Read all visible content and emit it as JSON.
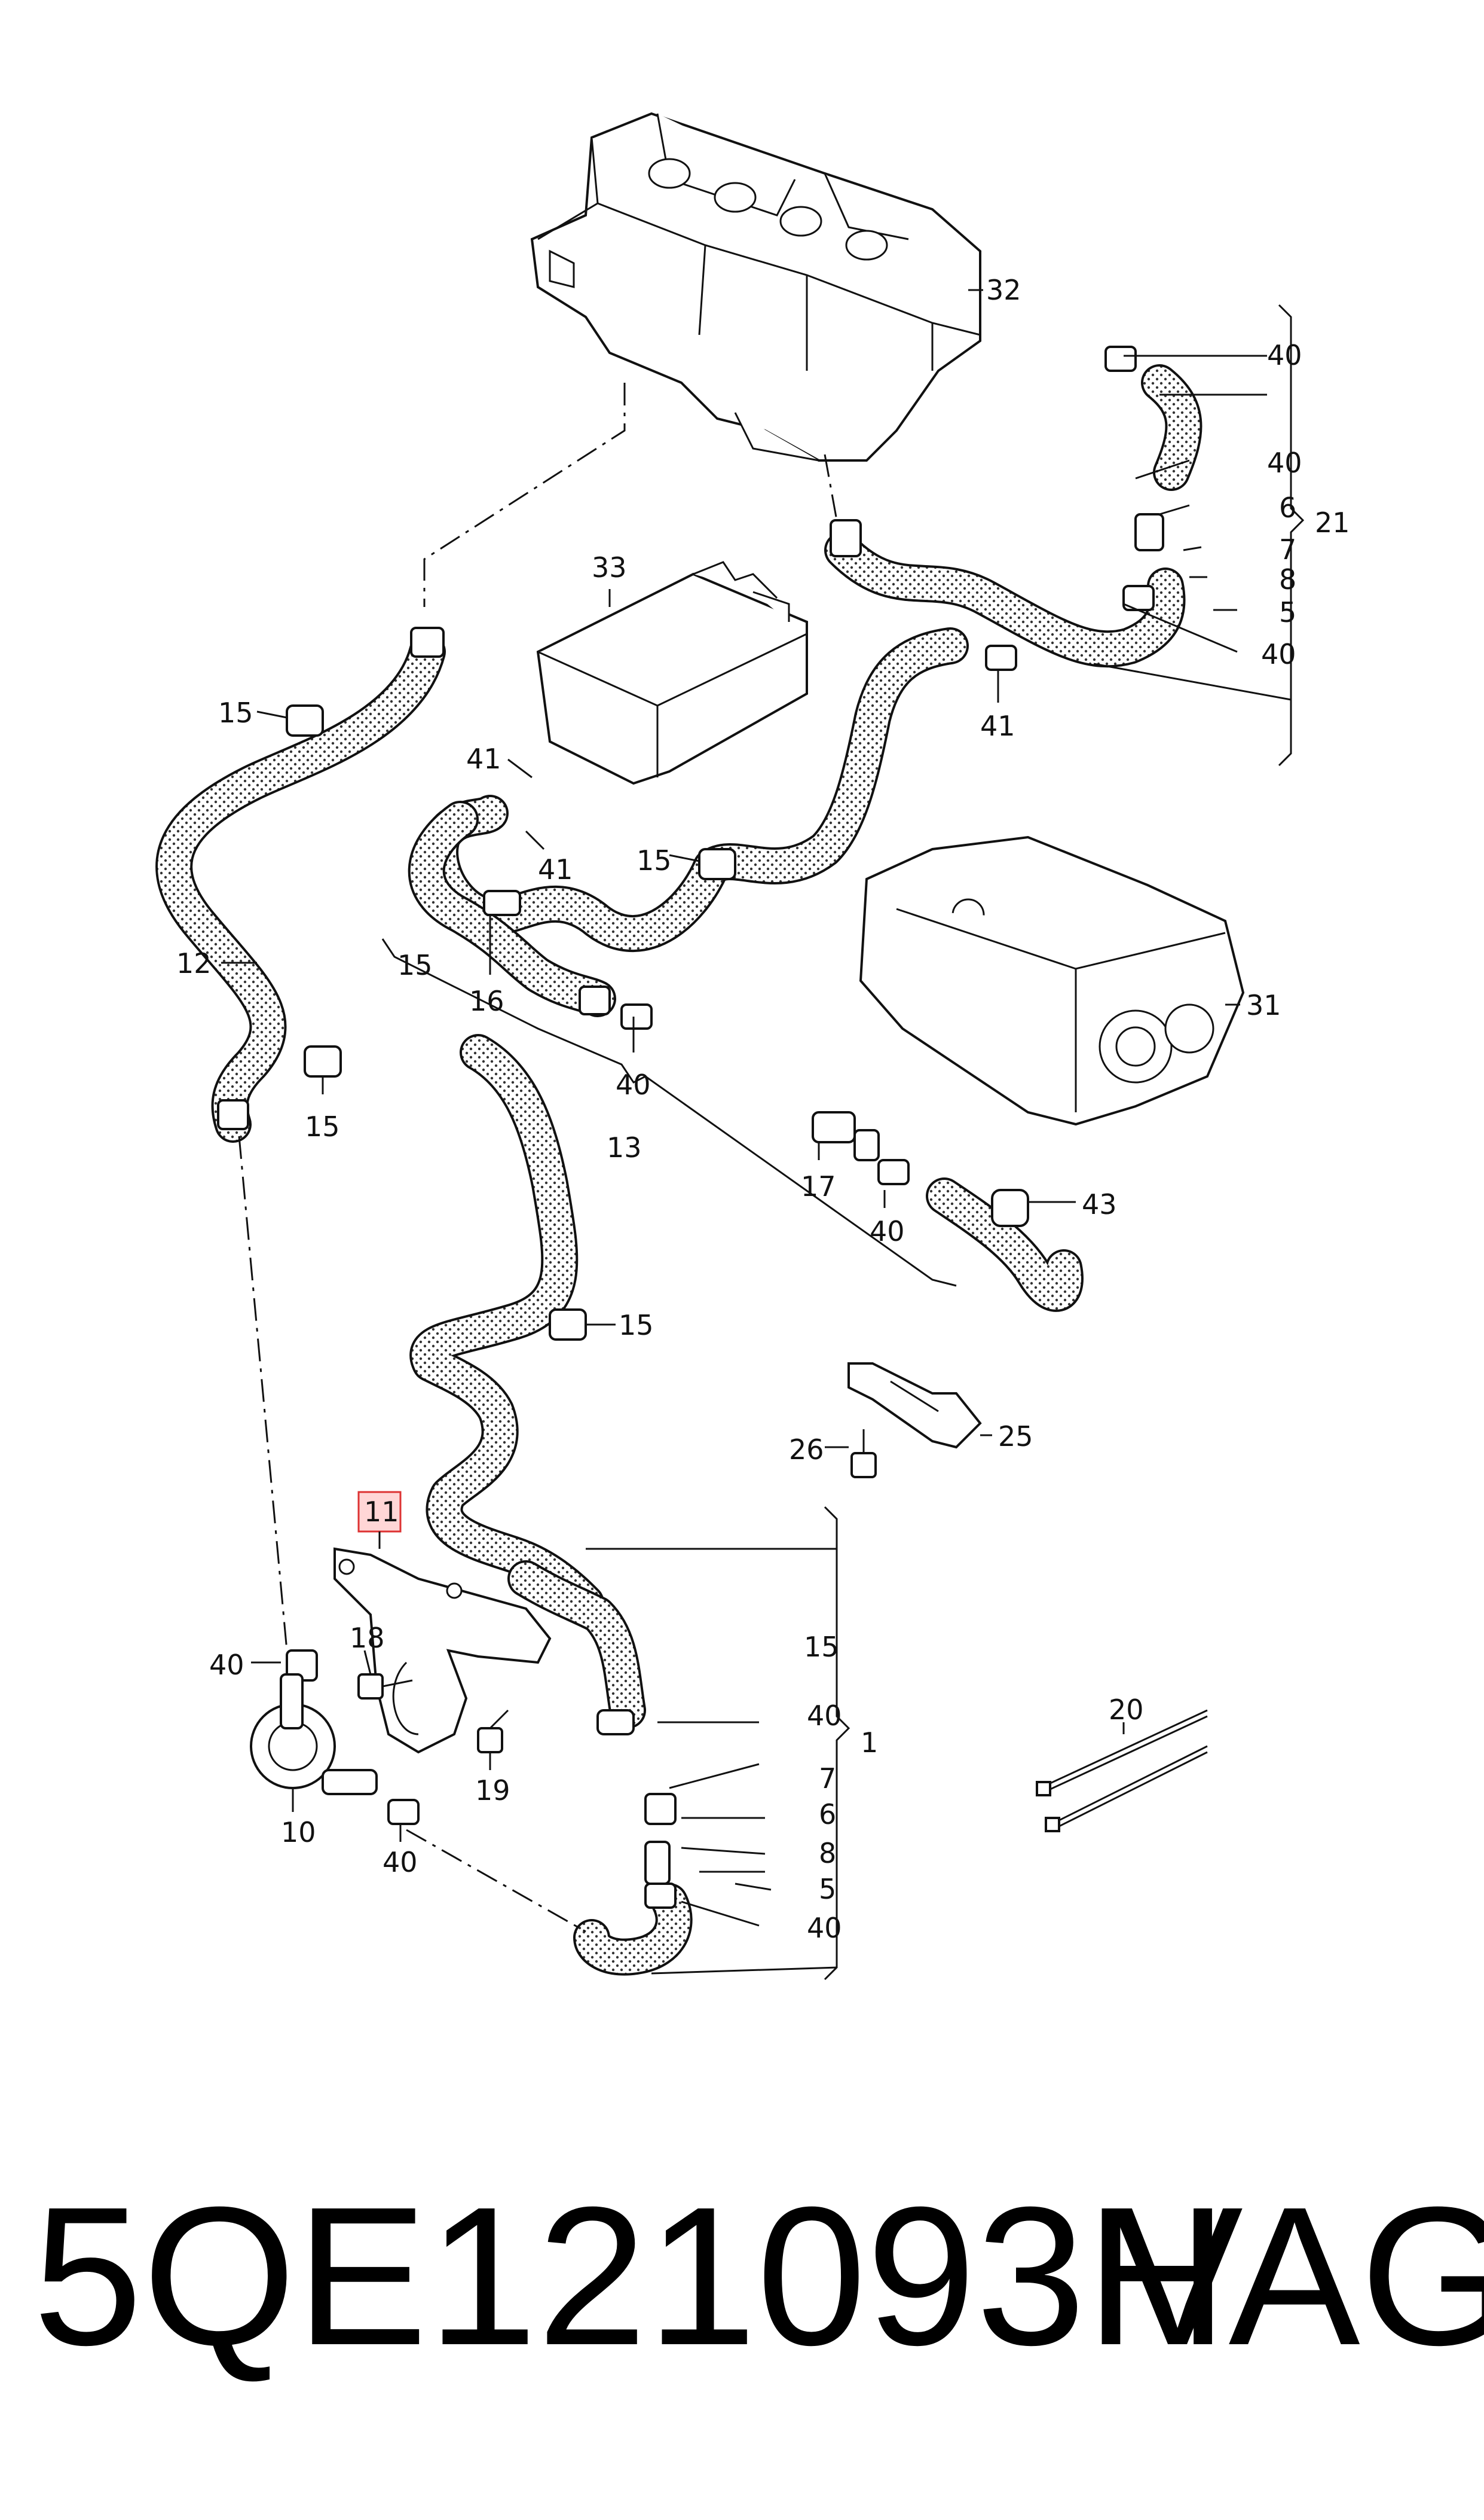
{
  "labels": {
    "l1": "1",
    "l5a": "5",
    "l5b": "5",
    "l6a": "6",
    "l6b": "6",
    "l7a": "7",
    "l7b": "7",
    "l8a": "8",
    "l8b": "8",
    "l10": "10",
    "l11": "11",
    "l12": "12",
    "l13": "13",
    "l15a": "15",
    "l15b": "15",
    "l15c": "15",
    "l15d": "15",
    "l15e": "15",
    "l15f": "15",
    "l16": "16",
    "l17": "17",
    "l18": "18",
    "l19": "19",
    "l20": "20",
    "l21": "21",
    "l25": "25",
    "l26": "26",
    "l31": "31",
    "l32": "32",
    "l33": "33",
    "l40a": "40",
    "l40b": "40",
    "l40c": "40",
    "l40d": "40",
    "l40e": "40",
    "l40f": "40",
    "l40g": "40",
    "l40h": "40",
    "l40i": "40",
    "l41a": "41",
    "l41b": "41",
    "l41c": "41",
    "l43": "43"
  },
  "caption": {
    "part_number": "5QE121093H",
    "brand": "VAG"
  },
  "colors": {
    "highlight_fill": "#ffd6d6",
    "highlight_stroke": "#d33333",
    "ink": "#111111"
  }
}
